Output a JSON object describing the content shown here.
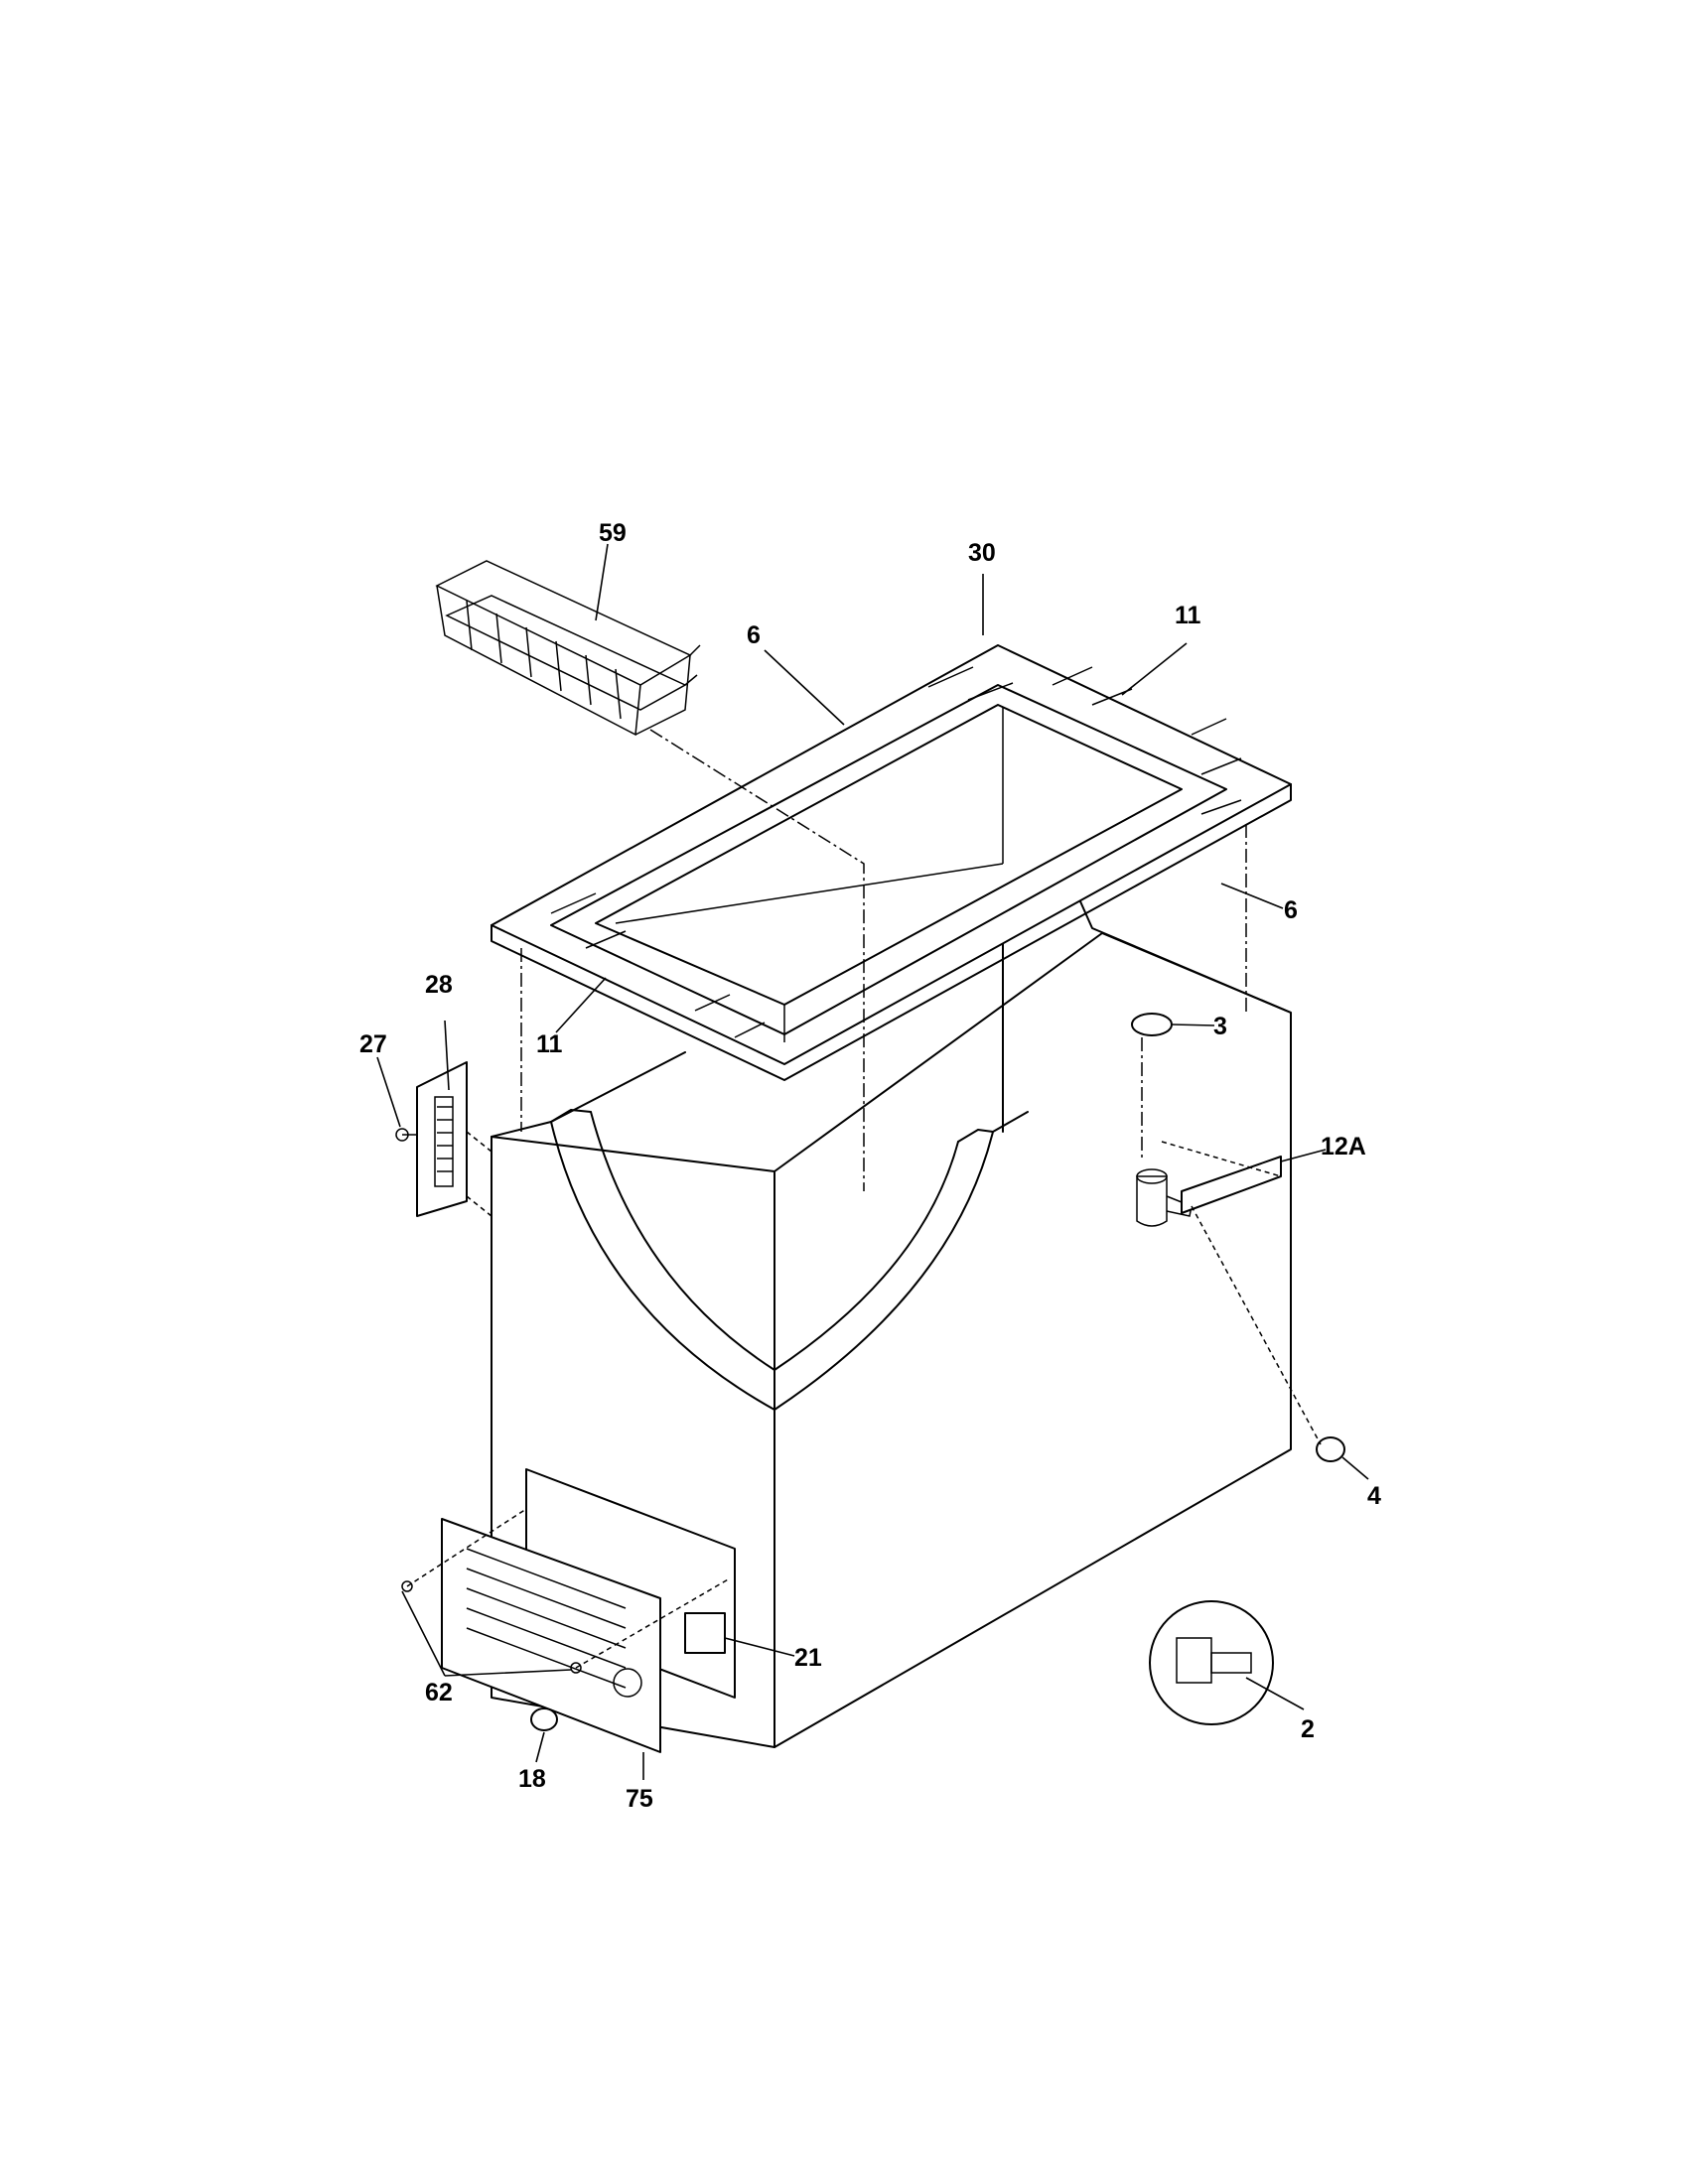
{
  "callouts": [
    {
      "id": "59",
      "label": "59"
    },
    {
      "id": "30",
      "label": "30"
    },
    {
      "id": "11-top",
      "label": "11"
    },
    {
      "id": "6-top",
      "label": "6"
    },
    {
      "id": "6-right",
      "label": "6"
    },
    {
      "id": "28",
      "label": "28"
    },
    {
      "id": "27",
      "label": "27"
    },
    {
      "id": "11-bottom",
      "label": "11"
    },
    {
      "id": "3",
      "label": "3"
    },
    {
      "id": "12A",
      "label": "12A"
    },
    {
      "id": "4",
      "label": "4"
    },
    {
      "id": "21",
      "label": "21"
    },
    {
      "id": "2",
      "label": "2"
    },
    {
      "id": "62",
      "label": "62"
    },
    {
      "id": "18",
      "label": "18"
    },
    {
      "id": "75",
      "label": "75"
    }
  ]
}
